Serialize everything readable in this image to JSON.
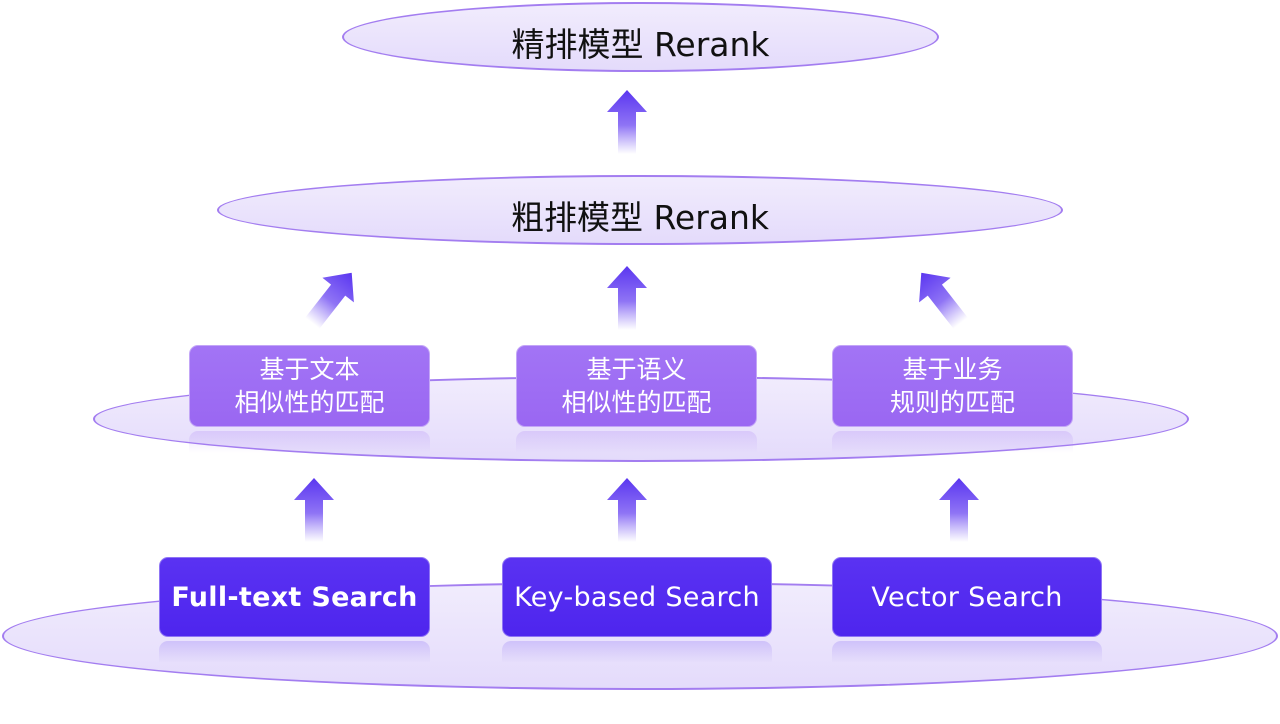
{
  "top_layer": {
    "label": "精排模型 Rerank"
  },
  "mid_layer": {
    "label": "粗排模型 Rerank"
  },
  "match_boxes": [
    {
      "line1": "基于文本",
      "line2": "相似性的匹配"
    },
    {
      "line1": "基于语义",
      "line2": "相似性的匹配"
    },
    {
      "line1": "基于业务",
      "line2": "规则的匹配"
    }
  ],
  "search_boxes": [
    {
      "label": "Full-text Search"
    },
    {
      "label": "Key-based Search"
    },
    {
      "label": "Vector Search"
    }
  ],
  "colors": {
    "ellipse_fill": "#ebe4fc",
    "ellipse_border": "#a37df0",
    "match_box": "#9f6ff4",
    "search_box": "#5128ef",
    "arrow": "#6c4af2"
  }
}
